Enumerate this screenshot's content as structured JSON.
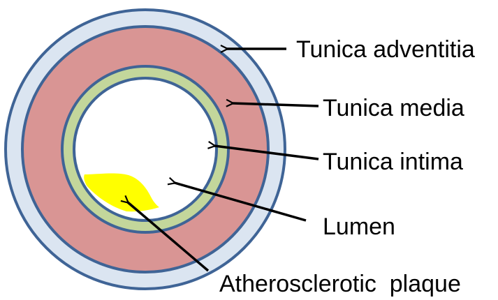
{
  "diagram": {
    "labels": {
      "adventitia": "Tunica adventitia",
      "media": "Tunica media",
      "intima": "Tunica intima",
      "lumen": "Lumen",
      "plaque": "Atherosclerotic  plaque"
    },
    "colors": {
      "adventitia": "#dbe5f1",
      "media": "#d99594",
      "intima": "#c3d69b",
      "lumen": "#ffffff",
      "outline": "#3f6496",
      "plaque": "#ffff00",
      "arrow": "#000000"
    }
  }
}
